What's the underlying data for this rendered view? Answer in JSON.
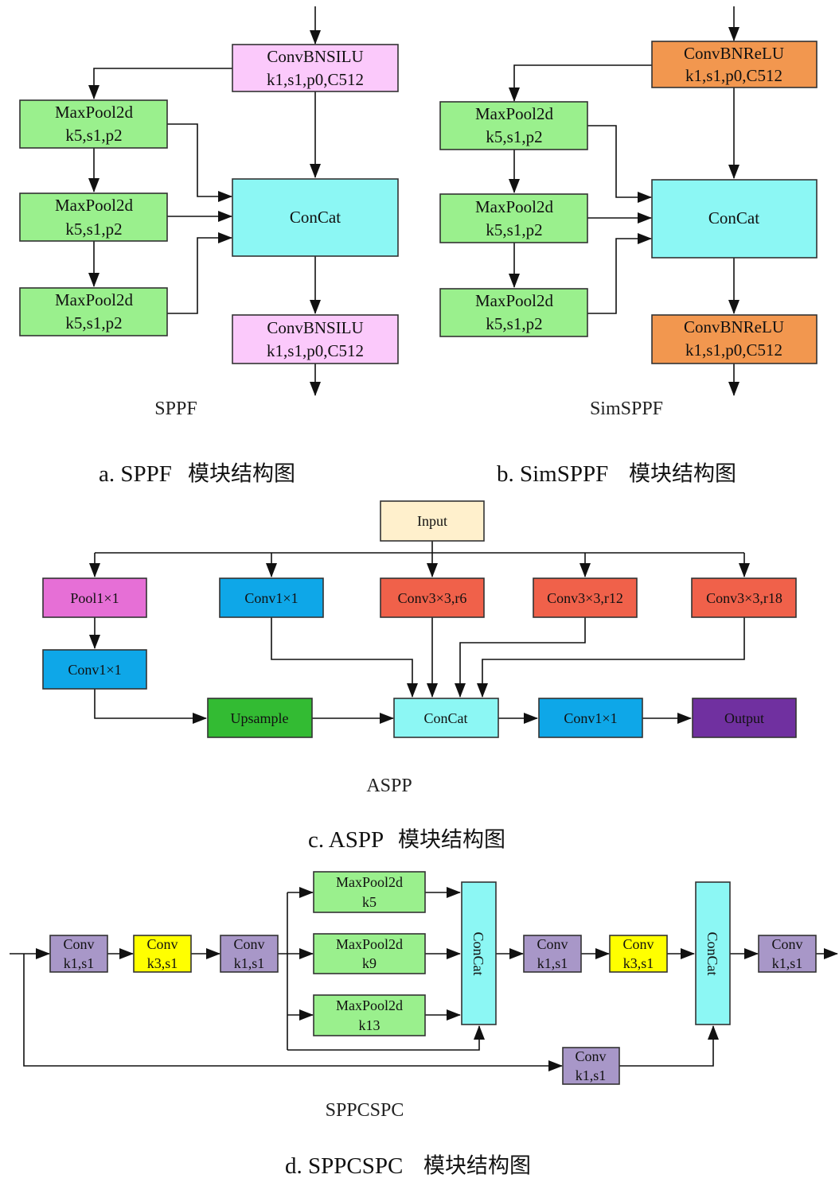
{
  "sppf": {
    "label": "SPPF",
    "caption_prefix": "a. SPPF",
    "caption_cn": "模块结构图",
    "conv_top": [
      "ConvBNSILU",
      "k1,s1,p0,C512"
    ],
    "maxpool": [
      "MaxPool2d",
      "k5,s1,p2"
    ],
    "concat": "ConCat",
    "conv_bottom": [
      "ConvBNSILU",
      "k1,s1,p0,C512"
    ],
    "colors": {
      "conv": "#fbc9fb",
      "pool": "#9af08d",
      "concat": "#8cf7f4"
    }
  },
  "simsppf": {
    "label": "SimSPPF",
    "caption_prefix": "b. SimSPPF",
    "caption_cn": "模块结构图",
    "conv_top": [
      "ConvBNReLU",
      "k1,s1,p0,C512"
    ],
    "maxpool": [
      "MaxPool2d",
      "k5,s1,p2"
    ],
    "concat": "ConCat",
    "conv_bottom": [
      "ConvBNReLU",
      "k1,s1,p0,C512"
    ],
    "colors": {
      "conv": "#f2974f",
      "pool": "#9af08d",
      "concat": "#8cf7f4"
    }
  },
  "aspp": {
    "label": "ASPP",
    "caption_prefix": "c. ASPP",
    "caption_cn": "模块结构图",
    "input": "Input",
    "branches": [
      "Pool1×1",
      "Conv1×1",
      "Conv3×3,r6",
      "Conv3×3,r12",
      "Conv3×3,r18"
    ],
    "pool_conv": "Conv1×1",
    "upsample": "Upsample",
    "concat": "ConCat",
    "conv_out": "Conv1×1",
    "output": "Output",
    "colors": {
      "input": "#fff0cc",
      "pool": "#e66fd6",
      "conv": "#0ea7e8",
      "dilated": "#f0614a",
      "upsample": "#33bb33",
      "concat": "#8cf7f4",
      "output": "#7030a0"
    }
  },
  "sppcspc": {
    "label": "SPPCSPC",
    "caption_prefix": "d. SPPCSPC",
    "caption_cn": "模块结构图",
    "conv_k1": [
      "Conv",
      "k1,s1"
    ],
    "conv_k3": [
      "Conv",
      "k3,s1"
    ],
    "maxpools": [
      [
        "MaxPool2d",
        "k5"
      ],
      [
        "MaxPool2d",
        "k9"
      ],
      [
        "MaxPool2d",
        "k13"
      ]
    ],
    "concat": "ConCat",
    "colors": {
      "conv1": "#a897c8",
      "conv3": "#ffff00",
      "pool": "#9af08d",
      "concat": "#8cf7f4"
    }
  }
}
